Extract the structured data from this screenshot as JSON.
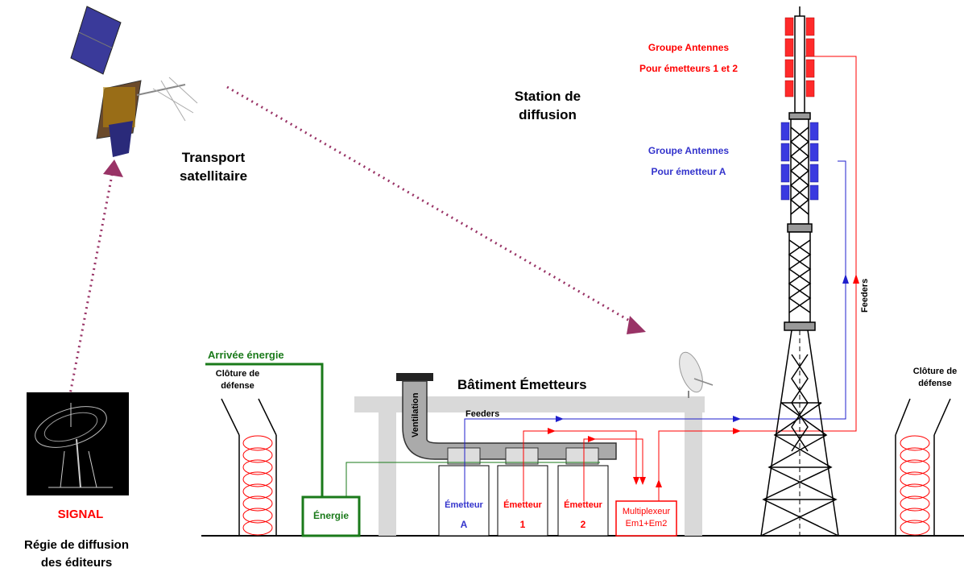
{
  "labels": {
    "groupe_antennes_1": "Groupe Antennes",
    "pour_emetteurs_1_2": "Pour émetteurs 1 et 2",
    "groupe_antennes_2": "Groupe Antennes",
    "pour_emetteur_a": "Pour émetteur A",
    "station_line1": "Station de",
    "station_line2": "diffusion",
    "transport_line1": "Transport",
    "transport_line2": "satellitaire",
    "feeders_vertical": "Feeders",
    "arrivee_energie": "Arrivée énergie",
    "cloture_left_1": "Clôture de",
    "cloture_left_2": "défense",
    "cloture_right_1": "Clôture de",
    "cloture_right_2": "défense",
    "batiment": "Bâtiment Émetteurs",
    "ventilation": "Ventilation",
    "feeders_horizontal": "Feeders",
    "energie": "Énergie",
    "emetteur_a_1": "Émetteur",
    "emetteur_a_2": "A",
    "emetteur_1_1": "Émetteur",
    "emetteur_1_2": "1",
    "emetteur_2_1": "Émetteur",
    "emetteur_2_2": "2",
    "multiplexeur_1": "Multiplexeur",
    "multiplexeur_2": "Em1+Em2",
    "signal": "SIGNAL",
    "regie_1": "Régie de diffusion",
    "regie_2": "des éditeurs"
  },
  "colors": {
    "red": "#ff0000",
    "blue": "#3333cc",
    "green": "#1a7a1a",
    "dotted_link": "#993366",
    "gray": "#d9d9d9"
  }
}
